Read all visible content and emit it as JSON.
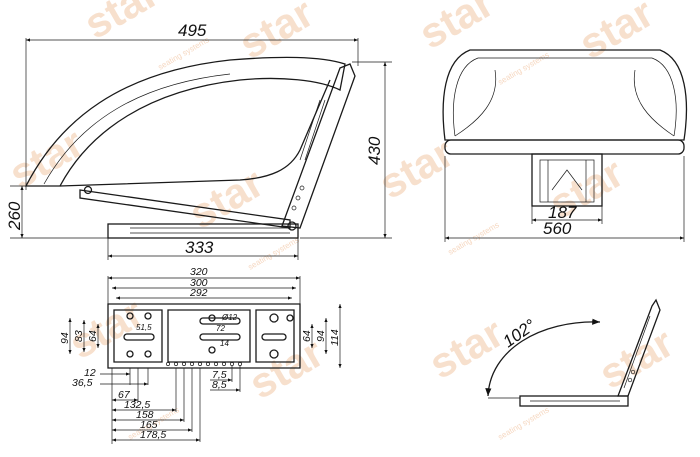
{
  "watermark": {
    "brand": "star",
    "tagline": "seating systems"
  },
  "side_view": {
    "overall_width": "495",
    "overall_height": "430",
    "seat_height": "260",
    "base_length": "333"
  },
  "front_view": {
    "overall_width": "560",
    "mount_width": "187"
  },
  "base_plate": {
    "top": [
      "320",
      "300",
      "292"
    ],
    "left": [
      "94",
      "83",
      "64"
    ],
    "right": [
      "64",
      "94",
      "114"
    ],
    "holes": {
      "diameter": "Ø12",
      "d1": "51,5",
      "d2": "72",
      "d3": "14"
    },
    "bottom_left": [
      "12",
      "36,5"
    ],
    "bottom_right": [
      "7,5",
      "8,5"
    ],
    "bottom_stack": [
      "67",
      "132,5",
      "158",
      "165",
      "178,5"
    ]
  },
  "fold_view": {
    "angle": "102°"
  }
}
